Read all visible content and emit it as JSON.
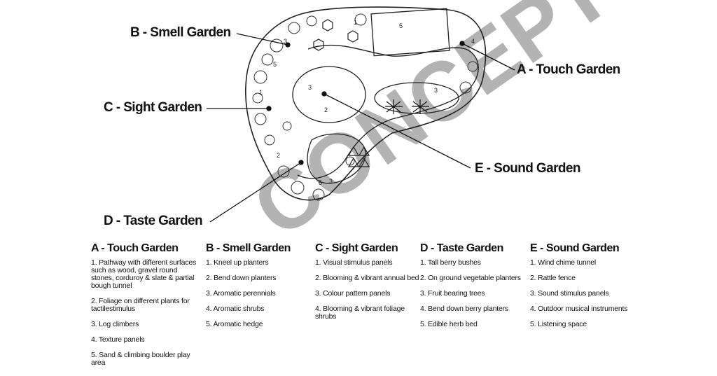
{
  "watermark": "CONCEPT",
  "plan_labels": {
    "a": "A - Touch Garden",
    "b": "B - Smell Garden",
    "c": "C - Sight Garden",
    "d": "D - Taste Garden",
    "e": "E - Sound Garden"
  },
  "legend": [
    {
      "title": "A - Touch Garden",
      "items": [
        "1. Pathway with different surfaces such as wood, gravel round stones, corduroy & slate & partial bough tunnel",
        "2.  Foliage on different plants for tactilestimulus",
        "3. Log climbers",
        "4. Texture panels",
        "5. Sand & climbing boulder play area"
      ]
    },
    {
      "title": "B - Smell Garden",
      "items": [
        "1. Kneel up planters",
        "2. Bend down planters",
        "3. Aromatic perennials",
        "4. Aromatic shrubs",
        "5. Aromatic hedge"
      ]
    },
    {
      "title": "C - Sight Garden",
      "items": [
        "1. Visual stimulus panels",
        "2.  Blooming & vibrant annual bed",
        "3. Colour pattern panels",
        "4. Blooming & vibrant foliage shrubs"
      ]
    },
    {
      "title": "D - Taste Garden",
      "items": [
        "1. Tall berry bushes",
        "2.  On ground vegetable planters",
        "3. Fruit bearing trees",
        "4. Bend down berry planters",
        "5. Edible herb bed"
      ]
    },
    {
      "title": "E - Sound Garden",
      "items": [
        "1. Wind chime tunnel",
        "2. Rattle fence",
        "3. Sound stimulus panels",
        "4. Outdoor musical instruments",
        "5. Listening space"
      ]
    }
  ],
  "plan_numbers": [
    "1",
    "2",
    "3",
    "4",
    "5"
  ]
}
